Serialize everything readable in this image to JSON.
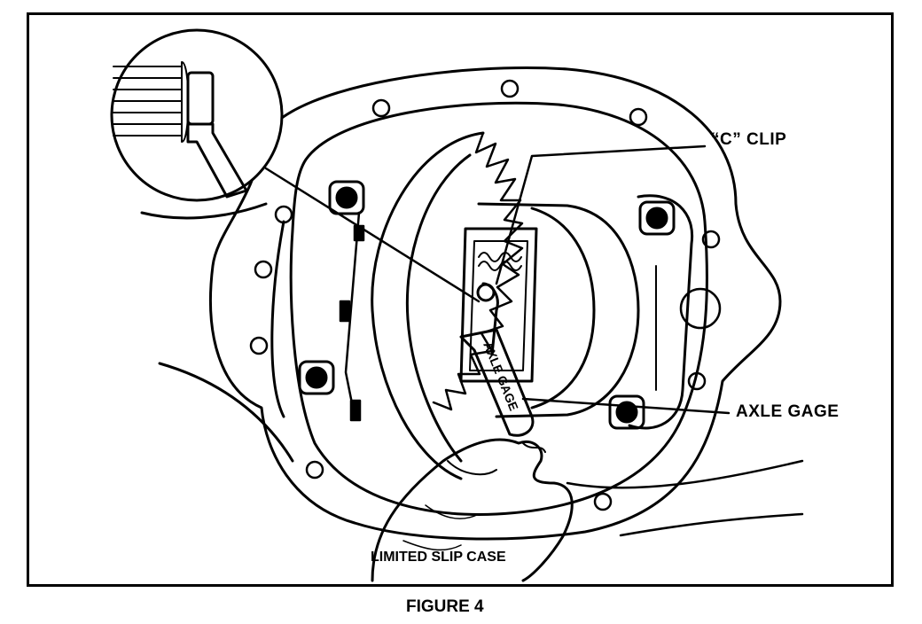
{
  "labels": {
    "c_clip": "“C” CLIP",
    "axle_gage": "AXLE GAGE",
    "limited_slip_case": "LIMITED SLIP CASE",
    "gage_engraving": "AXLE GAGE"
  },
  "caption": "FIGURE 4",
  "colors": {
    "ink": "#000000",
    "paper": "#ffffff"
  }
}
